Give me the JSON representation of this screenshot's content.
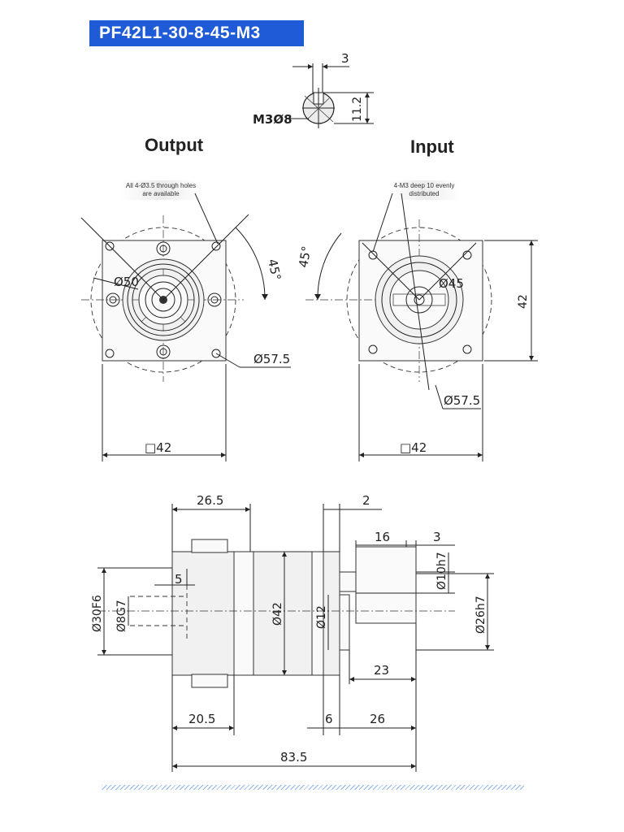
{
  "title": "PF42L1-30-8-45-M3",
  "views": {
    "output_label": "Output",
    "input_label": "Input"
  },
  "notes": {
    "output_note": "All 4-Ø3.5 through holes are available",
    "input_note": "4-M3 deep 10 evenly distributed"
  },
  "key_detail": {
    "width": "3",
    "height": "11.2",
    "thread": "M3Ø8"
  },
  "output_view": {
    "angle": "45°",
    "bore": "Ø50",
    "pcd": "Ø57.5",
    "square": "□42"
  },
  "input_view": {
    "angle": "45°",
    "bore": "Ø45",
    "pcd": "Ø57.5",
    "height": "42",
    "square": "□42"
  },
  "side_view": {
    "flange_length": "26.5",
    "flange_gap": "2",
    "shaft_length": "16",
    "shaft_step": "3",
    "key_depth": "5",
    "output_pilot": "Ø30F6",
    "output_bore": "Ø8G7",
    "body_dia": "Ø42",
    "shaft_dia": "Ø12",
    "pilot_dia": "Ø10h7",
    "input_pilot": "Ø26h7",
    "shaft_ext": "23",
    "front_length": "20.5",
    "flange_thick": "6",
    "input_length": "26",
    "total_length": "83.5"
  }
}
